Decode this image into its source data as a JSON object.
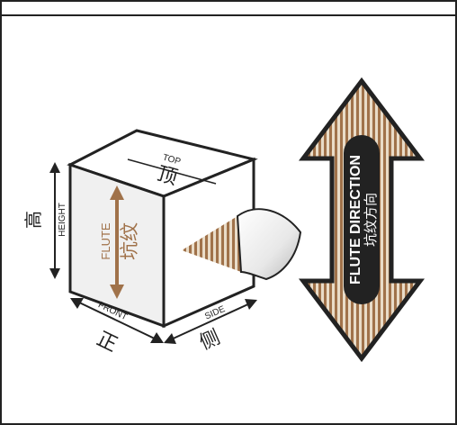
{
  "cube": {
    "top_en": "TOP",
    "top_zh": "顶",
    "height_en": "HEIGHT",
    "height_zh": "高",
    "flute_en": "FLUTE",
    "flute_zh": "坑纹",
    "front_en": "FRONT",
    "front_zh": "正",
    "side_en": "SIDE",
    "side_zh": "侧"
  },
  "badge": {
    "line_en": "FLUTE DIRECTION",
    "line_zh": "坑纹方向"
  },
  "colors": {
    "brown": "#a0724a",
    "stripe_light": "#e9dcc8",
    "dark": "#222222",
    "face_front": "#f0f0f0",
    "face_top": "#ffffff",
    "face_side": "#ffffff"
  }
}
